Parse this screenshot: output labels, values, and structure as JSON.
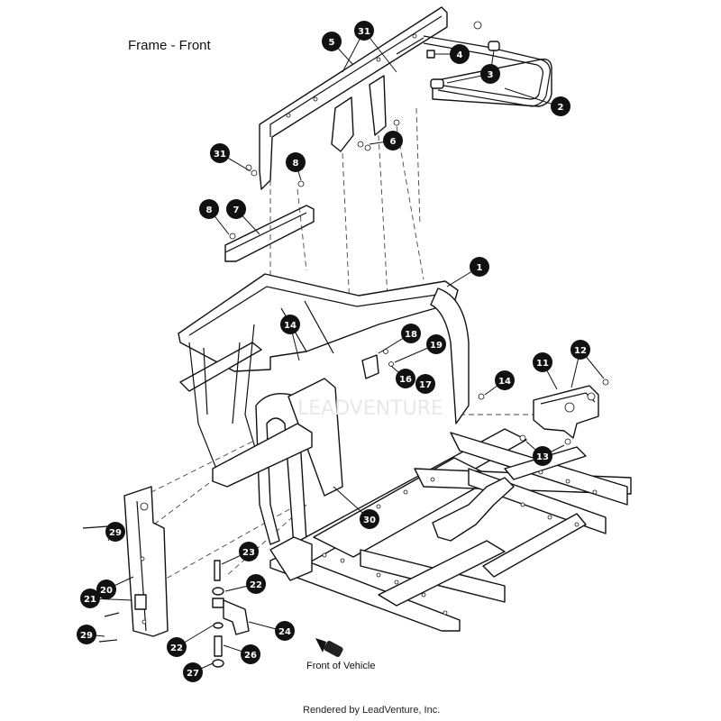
{
  "diagram": {
    "title": "Frame - Front",
    "front_label": "Front of Vehicle",
    "footer": "Rendered by LeadVenture, Inc.",
    "callouts": [
      "1",
      "2",
      "3",
      "4",
      "5",
      "6",
      "7",
      "8",
      "8",
      "11",
      "12",
      "13",
      "14",
      "14",
      "16",
      "17",
      "18",
      "19",
      "20",
      "21",
      "22",
      "22",
      "23",
      "24",
      "26",
      "27",
      "29",
      "29",
      "30",
      "31",
      "31"
    ]
  }
}
